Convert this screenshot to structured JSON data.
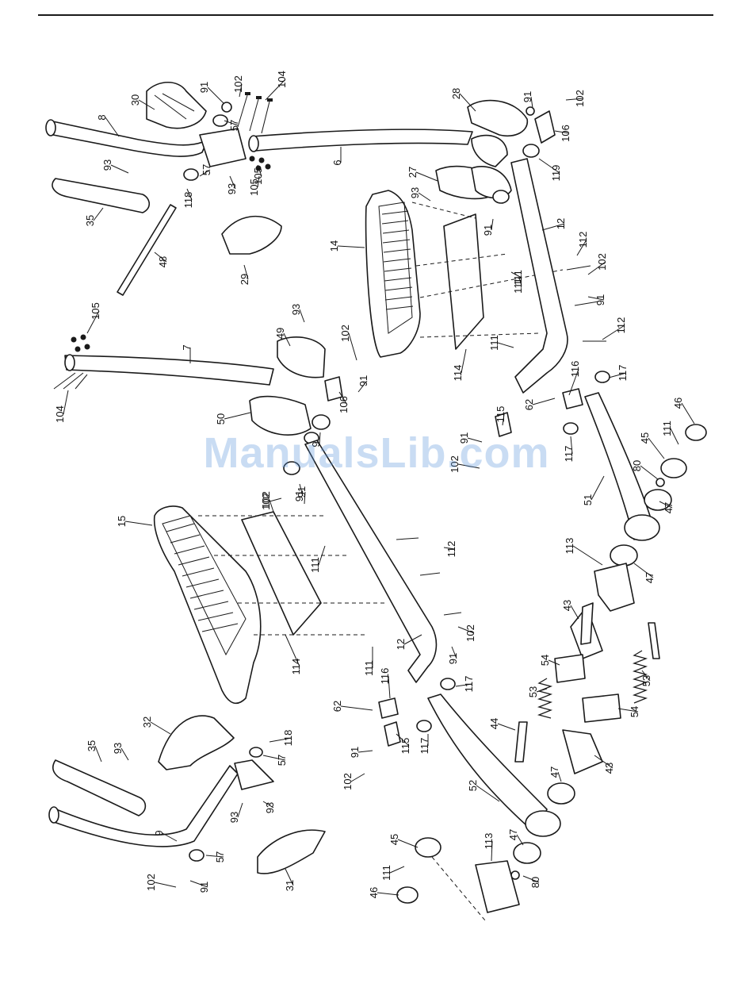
{
  "diagram": {
    "type": "exploded-parts-view",
    "labels": [
      "8",
      "30",
      "91",
      "102",
      "104",
      "57",
      "105",
      "6",
      "28",
      "91",
      "102",
      "106",
      "27",
      "93",
      "119",
      "93",
      "35",
      "118",
      "93",
      "105",
      "57",
      "48",
      "29",
      "14",
      "91",
      "12",
      "112",
      "102",
      "111",
      "91",
      "112",
      "105",
      "7",
      "104",
      "49",
      "102",
      "91",
      "106",
      "93",
      "111",
      "111",
      "114",
      "116",
      "62",
      "117",
      "115",
      "50",
      "9",
      "91",
      "102",
      "91",
      "102",
      "117",
      "46",
      "111",
      "45",
      "80",
      "47",
      "51",
      "15",
      "102",
      "91",
      "112",
      "111",
      "114",
      "12",
      "102",
      "91",
      "111",
      "113",
      "47",
      "43",
      "54",
      "53",
      "44",
      "53",
      "54",
      "116",
      "62",
      "117",
      "115",
      "91",
      "102",
      "117",
      "32",
      "35",
      "93",
      "118",
      "57",
      "93",
      "43",
      "47",
      "52",
      "9",
      "57",
      "93",
      "31",
      "102",
      "91",
      "45",
      "111",
      "46",
      "113",
      "47",
      "80"
    ]
  },
  "watermark": "ManualsLib.com",
  "colors": {
    "ink": "#1a1a1a",
    "watermark": "#5a96dc"
  }
}
